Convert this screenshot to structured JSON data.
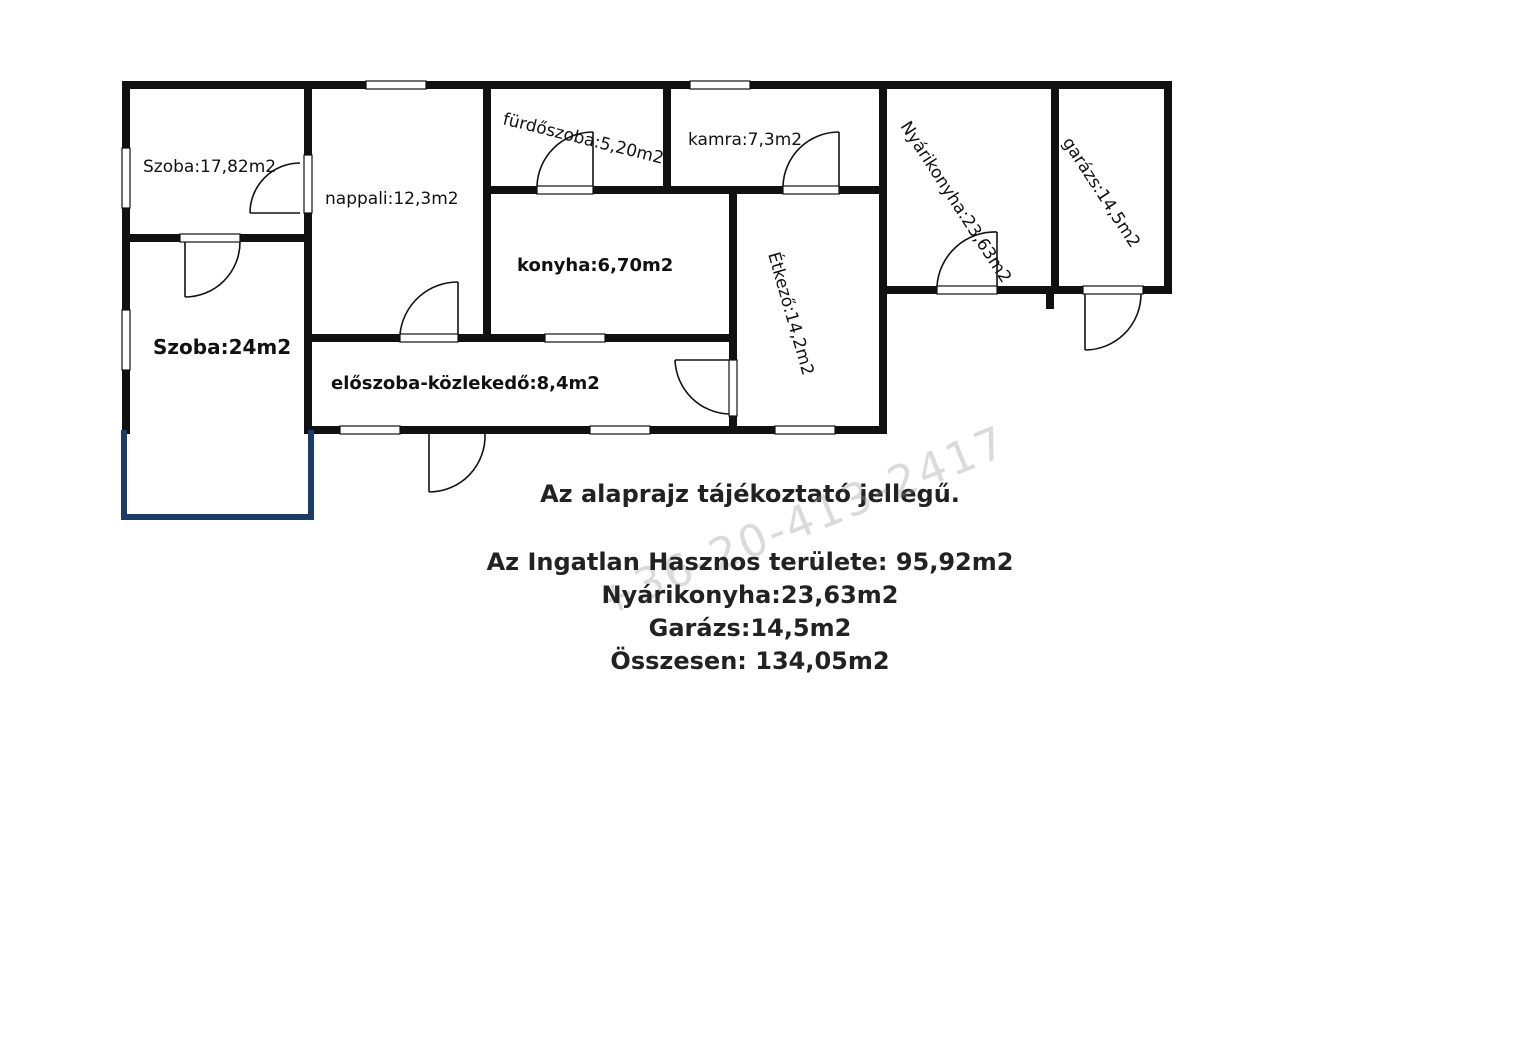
{
  "rooms": {
    "szoba1": "Szoba:17,82m2",
    "nappali": "nappali:12,3m2",
    "furdoszoba": "fürdőszoba:5,20m2",
    "kamra": "kamra:7,3m2",
    "nyarikonyha": "Nyárikonyha:23,63m2",
    "garazs": "garázs:14,5m2",
    "konyha": "konyha:6,70m2",
    "szoba2": "Szoba:24m2",
    "eloszoba": "előszoba-közlekedő:8,4m2",
    "etkezo": "Étkező:14,2m2"
  },
  "notice": "Az alaprajz tájékoztató jellegű.",
  "summary": {
    "hasznos": "Az Ingatlan Hasznos területe: 95,92m2",
    "nyarikonyha": "Nyárikonyha:23,63m2",
    "garazs": "Garázs:14,5m2",
    "osszesen": "Összesen: 134,05m2"
  },
  "watermark": "+36-20-413-2417",
  "colors": {
    "wall": "#111111",
    "balcony": "#1c3a6b"
  }
}
